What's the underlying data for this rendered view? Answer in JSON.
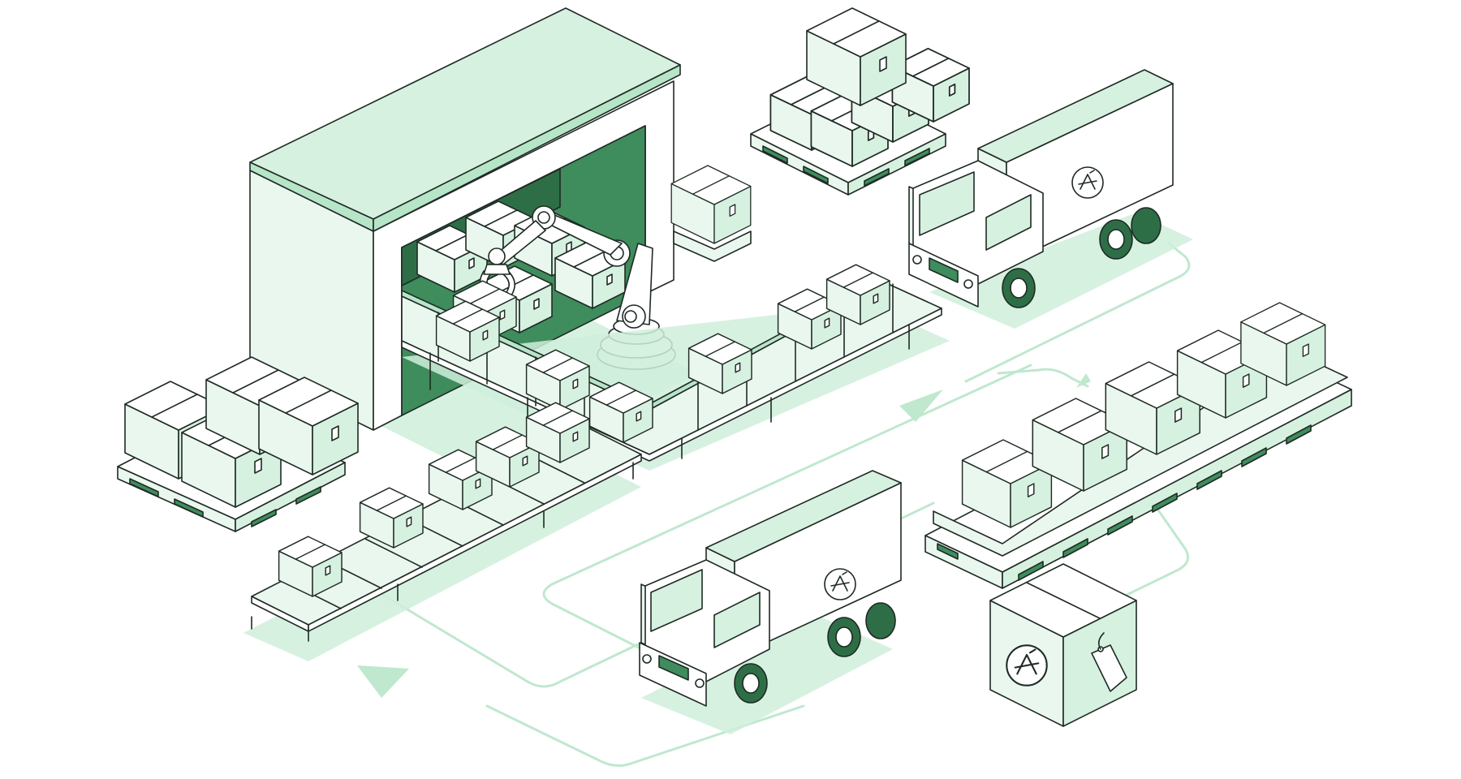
{
  "scene": {
    "type": "isometric-logistics-illustration",
    "palette": {
      "outline": "#1f2a24",
      "light_green": "#eaf7ef",
      "mid_green": "#d6f1e0",
      "accent_green": "#b7e5c8",
      "dark_green": "#3f8c5c",
      "flow_path": "#bfe8cf",
      "background": "#ffffff"
    },
    "elements": {
      "warehouse": {
        "icon": "warehouse-icon"
      },
      "robot_arm": {
        "icon": "robotic-arm-icon"
      },
      "conveyors": {
        "count": 2,
        "icon": "conveyor-belt-icon"
      },
      "trucks": {
        "count": 2,
        "icon": "delivery-truck-icon",
        "logo": "brand-logo-icon"
      },
      "pallets": {
        "count": 4,
        "icon": "pallet-icon"
      },
      "tagged_box": {
        "icon": "tagged-package-icon",
        "logo": "brand-logo-icon"
      },
      "flow_arrows": {
        "count": 3,
        "icon": "flow-arrow-icon"
      }
    }
  }
}
